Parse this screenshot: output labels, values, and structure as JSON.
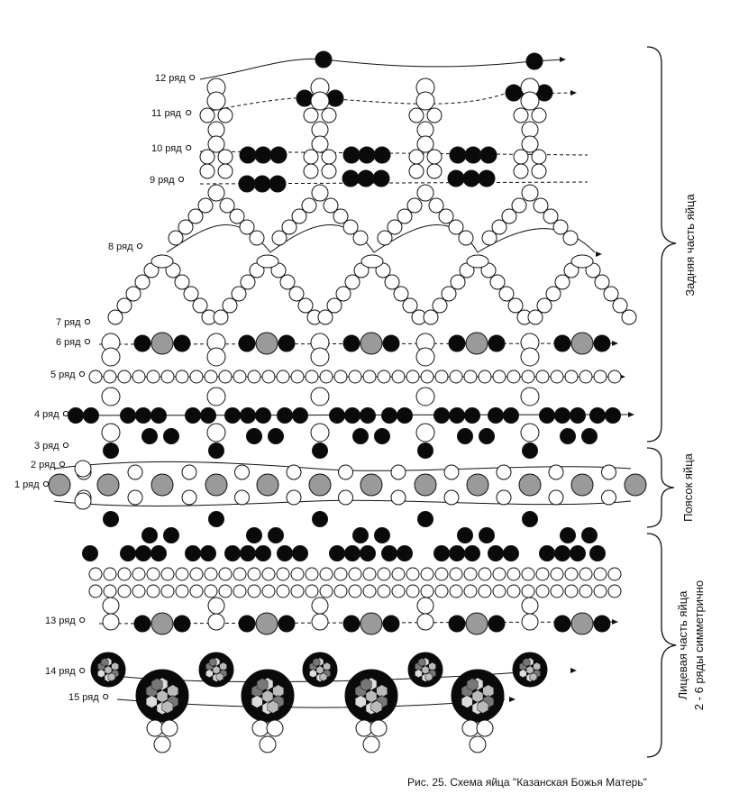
{
  "row_labels": [
    {
      "key": "r12",
      "text": "12 ряд"
    },
    {
      "key": "r11",
      "text": "11 ряд"
    },
    {
      "key": "r10",
      "text": "10 ряд"
    },
    {
      "key": "r9",
      "text": "9 ряд"
    },
    {
      "key": "r8",
      "text": "8 ряд"
    },
    {
      "key": "r7",
      "text": "7 ряд"
    },
    {
      "key": "r6",
      "text": "6 ряд"
    },
    {
      "key": "r5",
      "text": "5 ряд"
    },
    {
      "key": "r4",
      "text": "4 ряд"
    },
    {
      "key": "r3",
      "text": "3 ряд"
    },
    {
      "key": "r2",
      "text": "2 ряд"
    },
    {
      "key": "r1",
      "text": "1 ряд"
    },
    {
      "key": "r13",
      "text": "13 ряд"
    },
    {
      "key": "r14",
      "text": "14 ряд"
    },
    {
      "key": "r15",
      "text": "15 ряд"
    }
  ],
  "side_labels": {
    "back": "Задняя часть яйца",
    "belt": "Поясок яйца",
    "front_line1": "Лицевая часть яйца",
    "front_line2": "2 - 6 ряды симметрично"
  },
  "caption": "Рис. 25. Схема яйца \"Казанская Божья Матерь\"",
  "colors": {
    "ink": "#111111",
    "bead_black": "#0a0a0a",
    "bead_gray": "#9a9a9a",
    "bead_white": "#ffffff",
    "background": "#ffffff"
  },
  "icons": {
    "start_marker": "hollow-circle-marker",
    "thread_end": "arrow-head"
  }
}
